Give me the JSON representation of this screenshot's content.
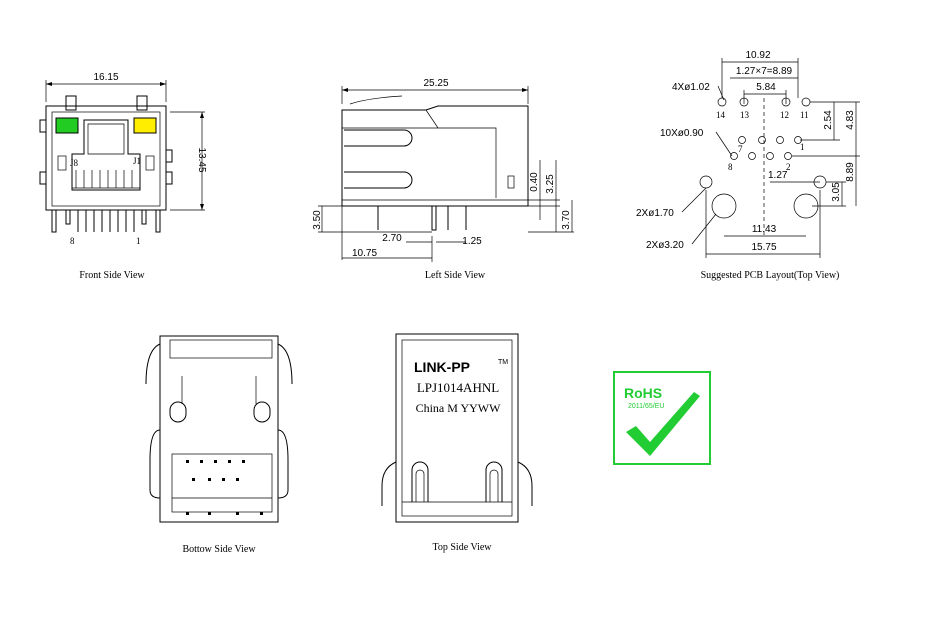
{
  "colors": {
    "led_green": "#22cc22",
    "led_yellow": "#ffee00",
    "rohs_green": "#22cc33"
  },
  "front_view": {
    "caption": "Front Side View",
    "dim_width": "16.15",
    "dim_height": "13.45",
    "label_j8": "J8",
    "label_j1": "J1",
    "pin_8": "8",
    "pin_1": "1"
  },
  "left_view": {
    "caption": "Left Side View",
    "dim_length": "25.25",
    "dim_350": "3.50",
    "dim_270": "2.70",
    "dim_125": "1.25",
    "dim_1075": "10.75",
    "dim_040": "0.40",
    "dim_325": "3.25",
    "dim_370": "3.70"
  },
  "pcb_view": {
    "caption": "Suggested PCB Layout(Top   View)",
    "dim_1092": "10.92",
    "dim_pitch": "1.27×7=8.89",
    "dim_584": "5.84",
    "dim_4x102": "4Xø1.02",
    "dim_10x090": "10Xø0.90",
    "dim_254": "2.54",
    "dim_483": "4.83",
    "dim_889": "8.89",
    "dim_127": "1.27",
    "dim_305": "3.05",
    "dim_2x170": "2Xø1.70",
    "dim_1143": "11.43",
    "dim_2x320": "2Xø3.20",
    "dim_1575": "15.75",
    "pin_14": "14",
    "pin_13": "13",
    "pin_12": "12",
    "pin_11": "11",
    "pin_7": "7",
    "pin_1": "1",
    "pin_8": "8",
    "pin_2": "2"
  },
  "bottom_view": {
    "caption": "Bottow Side View"
  },
  "top_view": {
    "caption": "Top Side View",
    "brand": "LINK-PP",
    "tm": "TM",
    "part": "LPJ1014AHNL",
    "origin": "China M YYWW"
  },
  "rohs": {
    "title": "RoHS",
    "directive": "2011/65/EU"
  }
}
